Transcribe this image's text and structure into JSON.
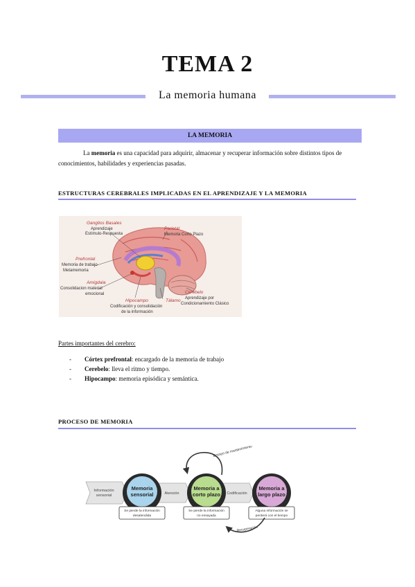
{
  "header": {
    "title": "TEMA 2",
    "subtitle": "La memoria humana"
  },
  "section1": {
    "band_title": "LA MEMORIA",
    "intro_bold": "memoria",
    "intro_pre": "La ",
    "intro_post": " es una capacidad para adquirir, almacenar y recuperar información sobre distintos tipos de conocimientos, habilidades y experiencias pasadas."
  },
  "section2": {
    "title": "ESTRUCTURAS CEREBRALES IMPLICADAS EN EL APRENDIZAJE Y LA MEMORIA",
    "brain_labels": {
      "ganglios_title": "Ganglios Basales",
      "ganglios_l1": "Aprendizaje",
      "ganglios_l2": "Estímulo-Respuesta",
      "parietal_title": "Parietal",
      "parietal_l1": "Memoria Corto Plazo",
      "prefrontal_title": "Prefrontal",
      "prefrontal_l1": "Memoria de trabajo",
      "prefrontal_l2": "Metamemoria",
      "amigdala_title": "Amígdala",
      "amigdala_l1": "Consolidacion material",
      "amigdala_l2": "emocional",
      "hipocampo_title": "Hipocampo",
      "hipocampo_l1": "Codificación y consolidación",
      "hipocampo_l2": "de la información",
      "talamo_title": "Tálamo",
      "cerebelo_title": "Cerebelo",
      "cerebelo_l1": "Aprendizaje por",
      "cerebelo_l2": "Condicionamiento Clásico"
    },
    "parts_label": "Partes importantes del cerebro:",
    "parts": [
      {
        "dash": "-",
        "term": "Córtex prefrontal",
        "desc": ": encargado de la memoria de trabajo"
      },
      {
        "dash": "-",
        "term": "Cerebelo",
        "desc": ": lleva el ritmo y tiempo."
      },
      {
        "dash": "-",
        "term": "Hipocampo",
        "desc": ": memoria episódica y semántica."
      }
    ]
  },
  "section3": {
    "title": "PROCESO DE MEMORIA",
    "diagram": {
      "input_l1": "Información",
      "input_l2": "sensorial",
      "m1_l1": "Memoria",
      "m1_l2": "sensorial",
      "m1_note_l1": "Se pierde la información",
      "m1_note_l2": "desatendida",
      "arrow1": "Atención",
      "m2_l1": "Memoria a",
      "m2_l2": "corto plazo",
      "m2_note_l1": "Se pierde la información",
      "m2_note_l2": "no ensayada",
      "loop_label": "Ensayo de mantenimiento",
      "arrow2": "Codificación",
      "m3_l1": "Memoria a",
      "m3_l2": "largo plazo",
      "m3_note_l1": "Alguna información se",
      "m3_note_l2": "perderá con el tiempo",
      "back_label": "Recuperación",
      "colors": {
        "sensorial": "#a9d4ec",
        "corto": "#b9dc8f",
        "largo": "#d8a9d6"
      }
    }
  }
}
